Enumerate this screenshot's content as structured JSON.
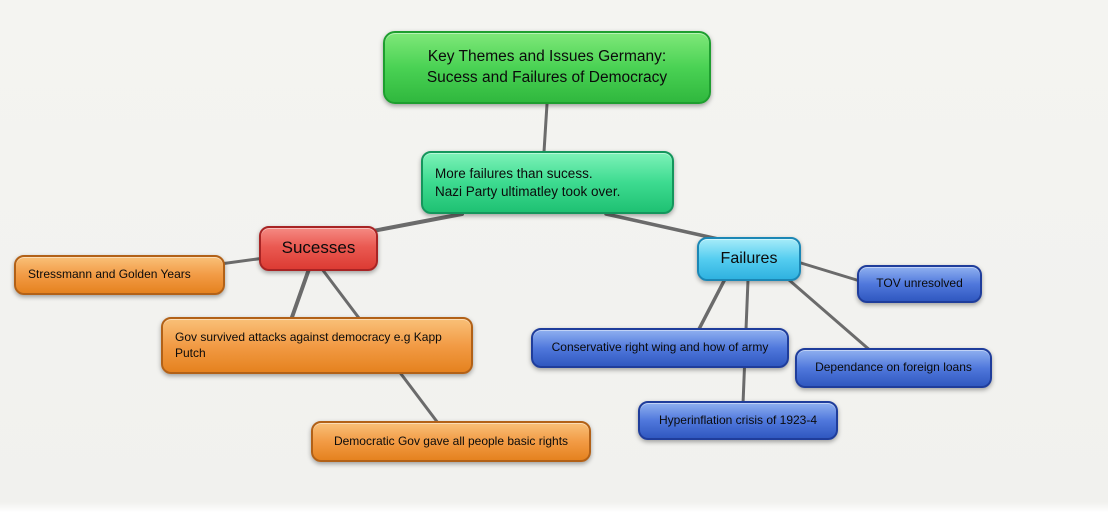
{
  "canvas": {
    "background": "#f4f4f1"
  },
  "palette": {
    "canvas-bg": "#f4f4f1",
    "edge": "#6b6b6b",
    "green": "#4ad254",
    "teal": "#3ddb90",
    "red": "#ea5a52",
    "cyan": "#55cdf0",
    "orange": "#f29b45",
    "blue": "#5078dc"
  },
  "nodes": {
    "root": {
      "line1": "Key Themes and Issues Germany:",
      "line2": "Sucess and Failures of Democracy"
    },
    "summary": {
      "line1": "More failures than sucess.",
      "line2": "Nazi Party ultimatley took over."
    },
    "successes": {
      "label": "Sucesses"
    },
    "failures": {
      "label": "Failures"
    },
    "stressmann": {
      "label": "Stressmann and Golden Years"
    },
    "kapp_putsch": {
      "label": "Gov survived attacks against democracy e.g Kapp Putch"
    },
    "basic_rights": {
      "label": "Democratic Gov gave all people basic rights"
    },
    "conservative_army": {
      "label": "Conservative right wing and how of army"
    },
    "tov": {
      "label": "TOV unresolved"
    },
    "foreign_loans": {
      "label": "Dependance on foreign loans"
    },
    "hyperinflation": {
      "label": "Hyperinflation crisis of 1923-4"
    }
  }
}
